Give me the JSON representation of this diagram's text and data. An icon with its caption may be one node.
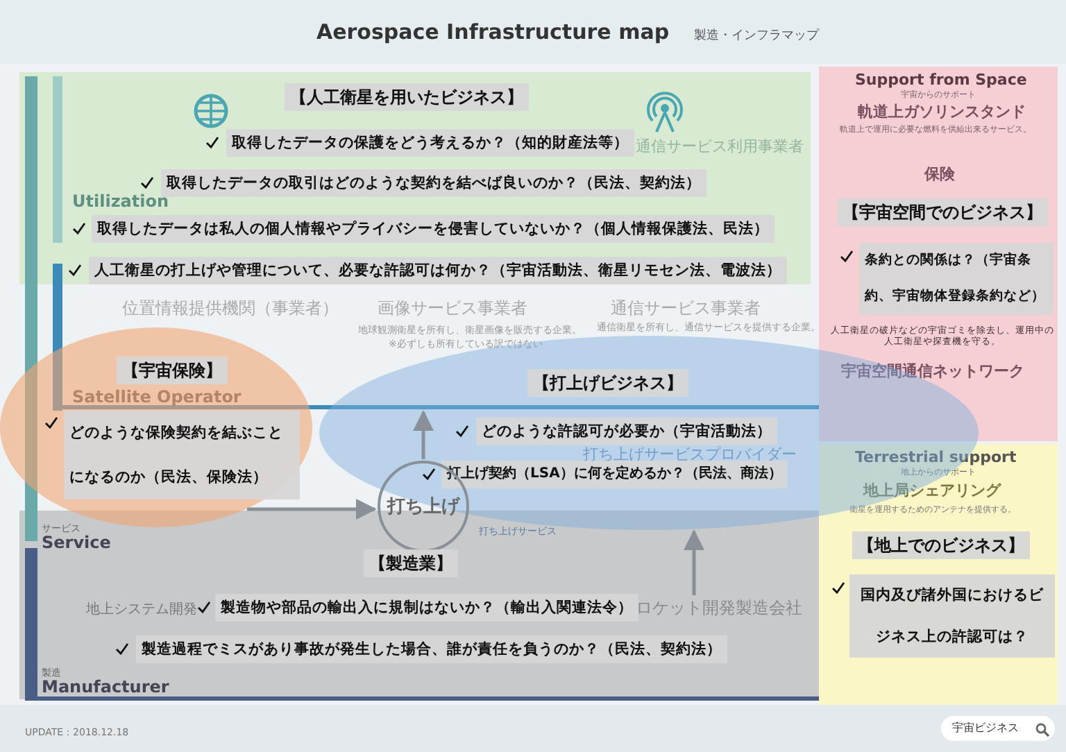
{
  "diagram": {
    "title": "Aerospace Infrastructure map",
    "nodes": [
      {
        "text": [
          "【人工衛星を用いたビジネス】"
        ]
      },
      {
        "text": [
          "取得したデータの保護をどう考えるか？（知的財産法等）"
        ]
      },
      {
        "text": [
          "取得したデータの取引はどのような契約を結べば良いのか？（民法、契約法）"
        ]
      },
      {
        "text": [
          "取得したデータは私人の個人情報やプライバシーを侵害していないか？（個人情報保護法、民法）"
        ]
      },
      {
        "text": [
          "人工衛星の打上げや管理について、必要な許認可は何か？（宇宙活動法、衛星リモセン法、電波法）"
        ]
      },
      {
        "text": [],
        "shape": "ellipse"
      },
      {
        "text": [
          "【宇宙保険】"
        ],
        "in": 5
      },
      {
        "text": [
          "どのような保険契約を結ぶことになるのか（民法、保険法）"
        ],
        "in": 5
      },
      {
        "text": [],
        "shape": "ellipse"
      },
      {
        "text": [
          "【打上げビジネス】"
        ],
        "in": 8
      },
      {
        "text": [
          "どのような許認可が必要か（宇宙活動法）"
        ],
        "in": 8
      },
      {
        "text": [
          "打上げ契約（LSA）に何を定めるか？（民法、商法）"
        ],
        "in": 8
      },
      {
        "text": [
          "打ち上げ"
        ]
      },
      {
        "text": [
          "【製造業】"
        ]
      },
      {
        "text": [
          "製造物や部品の輸出入に規制はないか？（輸出入関連法令）"
        ]
      },
      {
        "text": [
          "製造過程でミスがあり事故が発生した場合、誰が責任を負うのか？（民法、契約法）"
        ]
      },
      {
        "text": [
          "【宇宙空間でのビジネス】"
        ]
      },
      {
        "text": [
          "条約との関係は？（宇宙条約、宇宙物体登録条約など）"
        ]
      },
      {
        "text": [
          "【地上でのビジネス】"
        ]
      },
      {
        "text": [
          "国内及び諸外国におけるビジネス上の許認可は？"
        ]
      },
      {
        "text": [
          "ロケット開発製造会社"
        ]
      }
    ],
    "edges": [
      {
        "from": 5,
        "to": 12,
        "arrow": "to"
      },
      {
        "from": 12,
        "to": null,
        "arrow": "to"
      },
      {
        "from": 20,
        "to": 8,
        "arrow": "to"
      }
    ],
    "labels": [
      "製造・インフラマップ",
      "Utilization",
      "通信サービス利用事業者",
      "位置情報提供機関（事業者）",
      "画像サービス事業者",
      "地球観測衛星を所有し、衛星画像を販売する企業。",
      "※必ずしも所有している訳ではない",
      "通信サービス事業者",
      "通信衛星を所有し、通信サービスを提供する企業。",
      "Satellite Operator",
      "打ち上げサービスプロバイダー",
      "打ち上げサービス",
      "サービス",
      "Service",
      "地上システム開発",
      "製造",
      "Manufacturer",
      "Support from Space",
      "宇宙からのサポート",
      "軌道上ガソリンスタンド",
      "軌道上で運用に必要な燃料を供給出来るサービス。",
      "保険",
      "人工衛星の破片などの宇宙ゴミを除去し、運用中の人工衛星や探査機を守る。",
      "宇宙空間通信ネットワーク",
      "Terrestrial support",
      "地上からのサポート",
      "地上局シェアリング",
      "衛星を運用するためのアンテナを提供する。",
      "UPDATE：2018.12.18",
      "宇宙ビジネス"
    ]
  }
}
